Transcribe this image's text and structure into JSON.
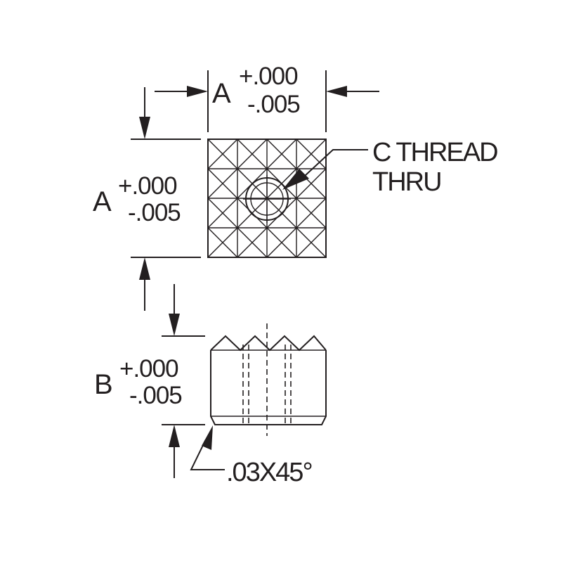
{
  "colors": {
    "ink": "#231f20",
    "background": "#ffffff"
  },
  "top_dimension": {
    "letter": "A",
    "plus_tol": "+.000",
    "minus_tol": "-.005"
  },
  "left_dimension": {
    "letter": "A",
    "plus_tol": "+.000",
    "minus_tol": "-.005"
  },
  "thread_callout": {
    "line1": "C THREAD",
    "line2": "THRU"
  },
  "height_dimension": {
    "letter": "B",
    "plus_tol": "+.000",
    "minus_tol": "-.005"
  },
  "chamfer_callout": {
    "text": ".03X45°"
  }
}
